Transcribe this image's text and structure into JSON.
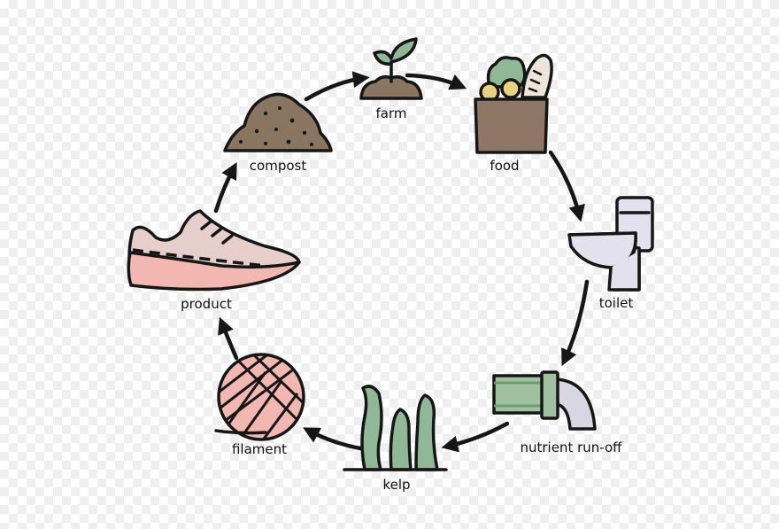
{
  "nodes": {
    "farm": "farm",
    "food": "food",
    "toilet": "toilet",
    "runoff": "nutrient run-off",
    "kelp": "kelp",
    "filament": "filament",
    "product": "product",
    "compost": "compost"
  },
  "colors": {
    "outline": "#161616",
    "sprout": "#8fb996",
    "soil": "#8a7560",
    "basket": "#8e7764",
    "greens": "#8fb996",
    "bread": "#ede6d8",
    "fruit": "#e6d37f",
    "toilet": "#e3e1ee",
    "pipe": "#9fc19f",
    "pipe_drain": "#d9d6e3",
    "kelp": "#8fb996",
    "yarn": "#f2b7b0",
    "shoe_upper": "#e6cfcb",
    "shoe_sole": "#f2b7b0",
    "compost": "#8a7560"
  },
  "icons": [
    "sprout-icon",
    "grocery-bag-icon",
    "toilet-icon",
    "pipe-icon",
    "kelp-icon",
    "yarn-ball-icon",
    "sneaker-icon",
    "compost-pile-icon"
  ]
}
